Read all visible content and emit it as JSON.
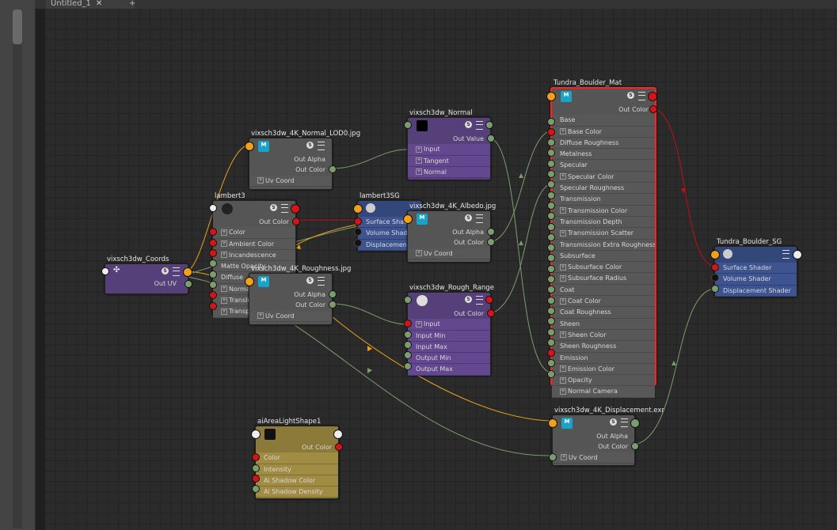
{
  "tabs": {
    "active": "Untitled_1",
    "close_glyph": "✕",
    "add_glyph": "+"
  },
  "nodes": {
    "coords": {
      "title": "vixsch3dw_Coords",
      "out": "Out UV"
    },
    "normal_map": {
      "title": "vixsch3dw_4K_Normal_LOD0.jpg",
      "outs": [
        "Out Alpha",
        "Out Color"
      ],
      "ins": [
        "Uv Coord"
      ]
    },
    "lambert": {
      "title": "lambert3",
      "out": "Out Color",
      "ins": [
        "Color",
        "Ambient Color",
        "Incandescence",
        "Matte Opacity",
        "Diffuse",
        "Normal",
        "Transluc",
        "Transpar"
      ]
    },
    "lambert_sg": {
      "title": "lambert3SG",
      "ins": [
        "Surface Shad",
        "Volume Shad",
        "Displacement"
      ]
    },
    "roughness_map": {
      "title": "vixsch3dw_4K_Roughness.jpg",
      "outs": [
        "Out Alpha",
        "Out Color"
      ],
      "ins": [
        "Uv Coord"
      ]
    },
    "normal": {
      "title": "vixsch3dw_Normal",
      "out": "Out Value",
      "ins": [
        "Input",
        "Tangent",
        "Normal"
      ]
    },
    "albedo": {
      "title": "vixsch3dw_4K_Albedo.jpg",
      "outs": [
        "Out Alpha",
        "Out Color"
      ],
      "ins": [
        "Uv Coord"
      ]
    },
    "rough_range": {
      "title": "vixsch3dw_Rough_Range",
      "out": "Out Color",
      "ins": [
        "Input",
        "Input Min",
        "Input Max",
        "Output Min",
        "Output Max"
      ]
    },
    "mat": {
      "title": "Tundra_Boulder_Mat",
      "out": "Out Color",
      "ins": [
        "Base",
        "Base Color",
        "Diffuse Roughness",
        "Metalness",
        "Specular",
        "Specular Color",
        "Specular Roughness",
        "Transmission",
        "Transmission Color",
        "Transmission Depth",
        "Transmission Scatter",
        "Transmission Extra Roughness",
        "Subsurface",
        "Subsurface Color",
        "Subsurface Radius",
        "Coat",
        "Coat Color",
        "Coat Roughness",
        "Sheen",
        "Sheen Color",
        "Sheen Roughness",
        "Emission",
        "Emission Color",
        "Opacity",
        "Normal Camera"
      ]
    },
    "sg": {
      "title": "Tundra_Boulder_SG",
      "ins": [
        "Surface Shader",
        "Volume Shader",
        "Displacement Shader"
      ]
    },
    "displacement": {
      "title": "vixsch3dw_4K_Displacement.exr",
      "outs": [
        "Out Alpha",
        "Out Color"
      ],
      "ins": [
        "Uv Coord"
      ]
    },
    "light": {
      "title": "aiAreaLightShape1",
      "out": "Out Color",
      "ins": [
        "Color",
        "Intensity",
        "Ai Shadow Color",
        "Ai Shadow Density"
      ]
    }
  },
  "colors": {
    "wire_green": "#7b9d6d",
    "wire_orange": "#e8a21a",
    "wire_red": "#c01010",
    "selection": "#ff2020"
  }
}
